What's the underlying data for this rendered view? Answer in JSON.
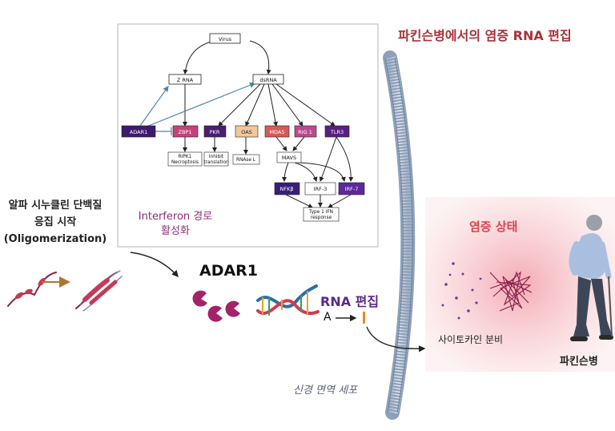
{
  "title": "파킨슨병에서의 염증 RNA 편집",
  "pathway": {
    "nodes": {
      "virus": "Virus",
      "zrna": "Z RNA",
      "dsrna": "dsRNA",
      "adar1": "ADAR1",
      "zbp1": "ZBP1",
      "pkr": "PKR",
      "oas": "OAS",
      "mda5": "MDA5",
      "rig1": "RIG 1",
      "tlr3": "TLR3",
      "ripk1_1": "RIPK1",
      "ripk1_2": "Necroptosis",
      "inhibit_1": "Inhibit",
      "inhibit_2": "translation",
      "rnase": "RNAse L",
      "mavs": "MAVS",
      "nfkb": "NFKβ",
      "irf3": "IRF-3",
      "irf7": "IRF-7",
      "type1_1": "Type 1 IFN",
      "type1_2": "response"
    },
    "colors": {
      "adar1": "#3e1a6e",
      "zbp1": "#c2437a",
      "pkr": "#4a1f6e",
      "oas": "#f2c79b",
      "mda5": "#d65a58",
      "rig1": "#b94a8e",
      "tlr3": "#5a1f80",
      "nfkb": "#3a1f78",
      "irf7": "#5a2a9a",
      "adar_link": "#4a86b0"
    }
  },
  "interferon_label_1": "Interferon 경로",
  "interferon_label_2": "활성화",
  "aggregation": {
    "line1": "알파 시누클린 단백질",
    "line2": "응집 시작",
    "line3": "(Oligomerization)"
  },
  "adar1_label": "ADAR1",
  "rna_editing": "RNA 편집",
  "a_to_i": {
    "from": "A",
    "to": "I"
  },
  "neuro_cell": "신경 면역 세포",
  "inflammation": "염증 상태",
  "cytokine": "사이토카인 분비",
  "parkinson": "파킨슨병"
}
